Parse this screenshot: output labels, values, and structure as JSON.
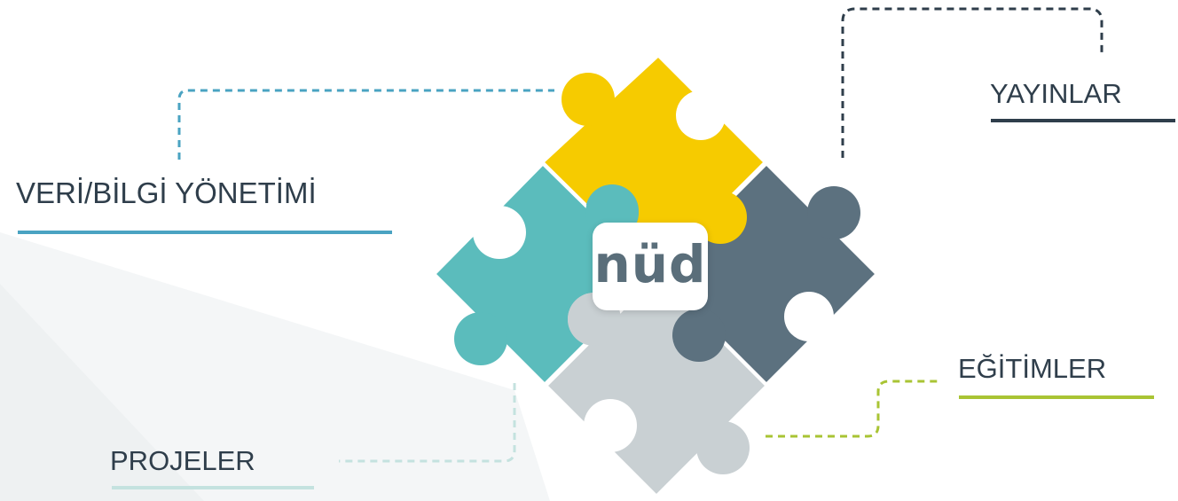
{
  "diagram": {
    "logo": "nüd",
    "labels": {
      "veri": "VERİ/BİLGİ YÖNETİMİ",
      "yayinlar": "YAYINLAR",
      "egitimler": "EĞİTİMLER",
      "projeler": "PROJELER"
    },
    "colors": {
      "yellow": "#f6cb00",
      "teal": "#5bbcbc",
      "slate": "#5c717f",
      "gray": "#c9d0d3",
      "veri_line": "#4aa3c2",
      "yayinlar_line": "#2f3e4b",
      "egitimler_line": "#a9c434",
      "projeler_line": "#c4e2df",
      "text": "#2f3e4b"
    },
    "icons": {
      "pieces": [
        "puzzle-piece-yellow-icon",
        "puzzle-piece-teal-icon",
        "puzzle-piece-slate-icon",
        "puzzle-piece-gray-icon"
      ]
    }
  }
}
